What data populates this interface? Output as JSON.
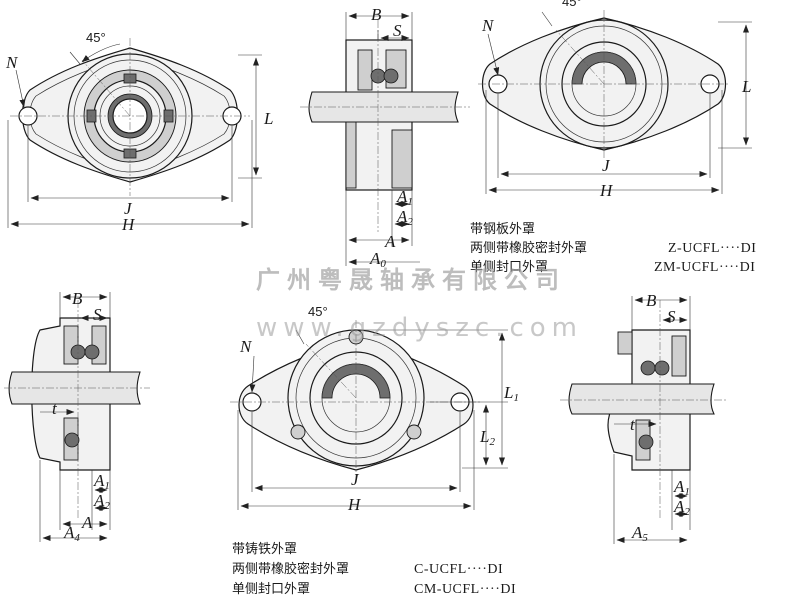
{
  "labels": {
    "B": "B",
    "S": "S",
    "N": "N",
    "L": "L",
    "L1": "L",
    "L1_sub": "1",
    "L2": "L",
    "L2_sub": "2",
    "J": "J",
    "H": "H",
    "A": "A",
    "A0": "A",
    "A0_sub": "0",
    "A1": "A",
    "A1_sub": "1",
    "A2": "A",
    "A2_sub": "2",
    "A4": "A",
    "A4_sub": "4",
    "A5": "A",
    "A5_sub": "5",
    "t": "t",
    "angle": "45°"
  },
  "notes": {
    "steel": {
      "title": "带钢板外罩",
      "line1": "两侧带橡胶密封外罩",
      "line2": "单侧封口外罩",
      "code1": "Z-UCFL····DI",
      "code2": "ZM-UCFL····DI"
    },
    "iron": {
      "title": "带铸铁外罩",
      "line1": "两侧带橡胶密封外罩",
      "line2": "单侧封口外罩",
      "code1": "C-UCFL····DI",
      "code2": "CM-UCFL····DI"
    }
  },
  "watermark": {
    "company": "广州粤晟轴承有限公司",
    "site": "www.gzdyszc.com"
  }
}
